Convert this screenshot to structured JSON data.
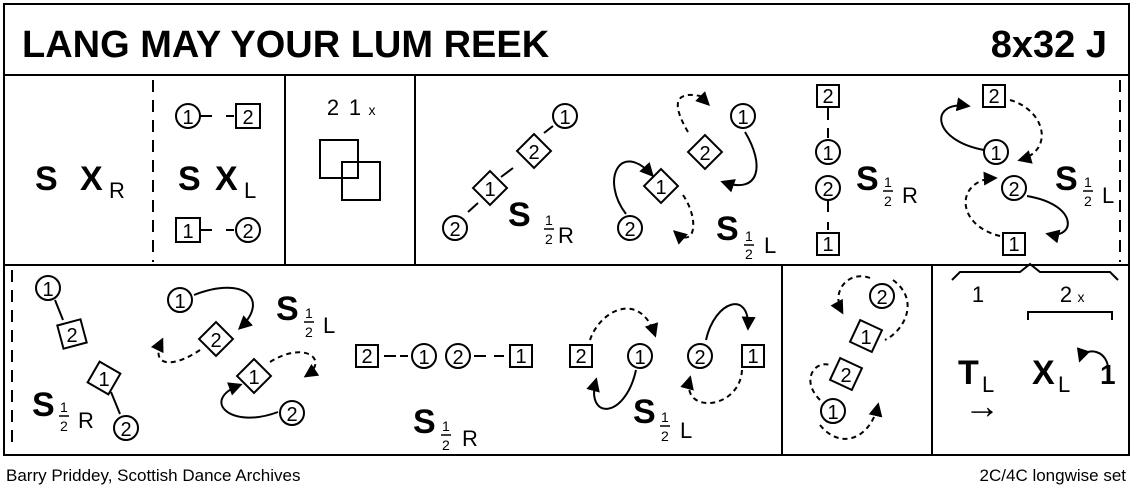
{
  "header": {
    "title": "LANG MAY YOUR LUM REEK",
    "format": "8x32 J"
  },
  "footer": {
    "credit": "Barry Priddey, Scottish Dance Archives",
    "set_type": "2C/4C longwise set"
  },
  "labels": {
    "S": "S",
    "X": "X",
    "T": "T",
    "R": "R",
    "L": "L",
    "half_num": "1",
    "half_den": "2",
    "c1": "1",
    "c2": "2",
    "one_x": "1",
    "x_sub": "x",
    "two": "2",
    "bar_1": "1",
    "bar_2": "2",
    "arrow": "→"
  },
  "colors": {
    "ink": "#000000",
    "paper": "#ffffff"
  }
}
